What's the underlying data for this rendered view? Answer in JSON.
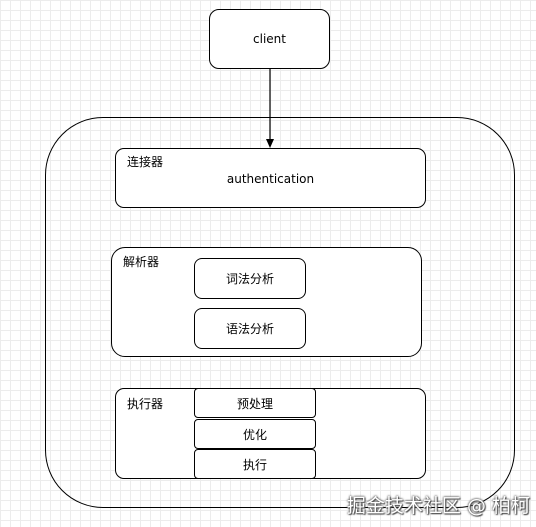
{
  "client": {
    "label": "client"
  },
  "connector": {
    "title": "连接器",
    "content": "authentication"
  },
  "parser": {
    "title": "解析器",
    "steps": [
      "词法分析",
      "语法分析"
    ]
  },
  "executor": {
    "title": "执行器",
    "steps": [
      "预处理",
      "优化",
      "执行"
    ]
  },
  "watermark": {
    "text": "掘金技术社区 @ 柏柯"
  }
}
